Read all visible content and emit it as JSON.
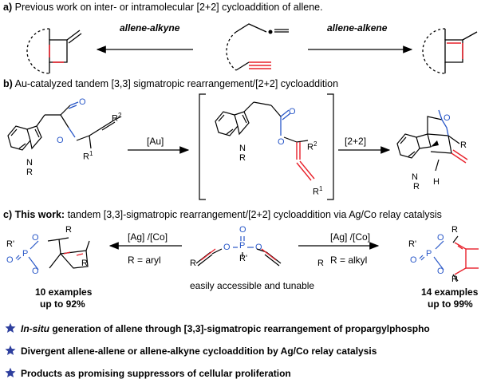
{
  "section_a": {
    "heading_bold": "a)",
    "heading_text": "Previous work on inter- or intramolecular [2+2] cycloaddition of allene.",
    "arrow_left_label": "allene-alkyne",
    "arrow_right_label": "allene-alkene"
  },
  "section_b": {
    "heading_bold": "b)",
    "heading_text": "Au-catalyzed tandem [3,3] sigmatropic rearrangement/[2+2] cycloaddition",
    "arrow1_label": "[Au]",
    "arrow2_label": "[2+2]",
    "atoms": {
      "o": "O",
      "n": "N",
      "r": "R",
      "r1": "R",
      "r1_sup": "1",
      "r2": "R",
      "r2_sup": "2",
      "h": "H"
    }
  },
  "section_c": {
    "heading_bold": "c) This work:",
    "heading_text": "tandem [3,3]-sigmatropic rearrangement/[2+2] cycloaddition via Ag/Co relay catalysis",
    "left_arrow_top": "[Ag] /[Co]",
    "left_arrow_bottom": "R = aryl",
    "right_arrow_top": "[Ag] /[Co]",
    "right_arrow_bottom": "R = alkyl",
    "center_caption": "easily accessible and tunable",
    "left_examples": "10 examples",
    "left_yield": "up to 92%",
    "right_examples": "14 examples",
    "right_yield": "up to 99%",
    "atoms": {
      "p": "P",
      "o": "O",
      "r": "R",
      "rprime": "R'"
    }
  },
  "bullets": [
    {
      "italic": "In-situ",
      "text": "generation of allene through [3,3]-sigmatropic rearrangement of propargylphospho"
    },
    {
      "italic": "",
      "text": "Divergent allene-allene or allene-alkyne cycloaddition by Ag/Co relay catalysis"
    },
    {
      "italic": "",
      "text": "Products as promising suppressors of cellular proliferation"
    }
  ],
  "colors": {
    "red": "#e8202a",
    "blue": "#2a58c8",
    "star": "#2e3f9e",
    "black": "#000000"
  }
}
